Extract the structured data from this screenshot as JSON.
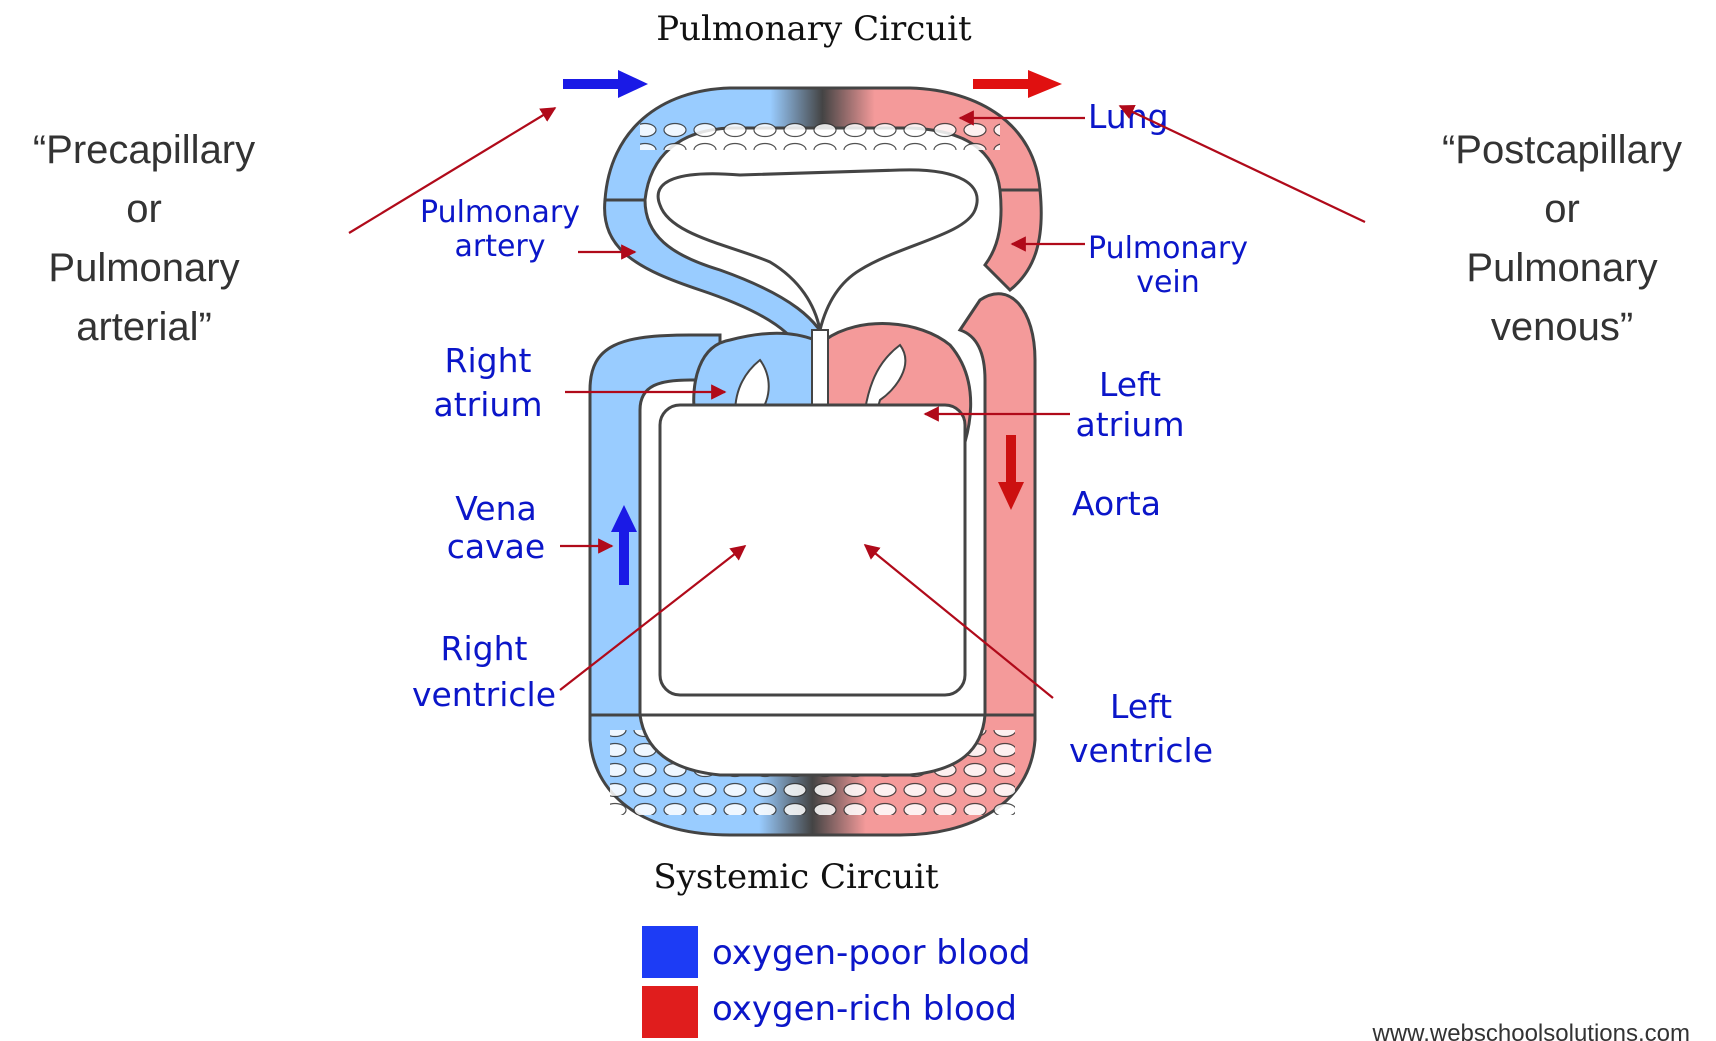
{
  "colors": {
    "oxygen_poor": "#99ccff",
    "oxygen_poor_legend": "#1d3cf5",
    "oxygen_rich": "#f49a9a",
    "oxygen_rich_legend": "#e01d1d",
    "arrow_blue": "#1a1ae6",
    "arrow_red": "#e01010",
    "pointer": "#b00a1a",
    "label_blue": "#0b16c9"
  },
  "titles": {
    "pulmonary": "Pulmonary Circuit",
    "systemic": "Systemic Circuit"
  },
  "labels": {
    "lung": "Lung",
    "pulmonary_artery": [
      "Pulmonary",
      "artery"
    ],
    "pulmonary_vein": [
      "Pulmonary",
      "vein"
    ],
    "right_atrium": [
      "Right",
      "atrium"
    ],
    "left_atrium": [
      "Left",
      "atrium"
    ],
    "vena_cavae": [
      "Vena",
      "cavae"
    ],
    "aorta": "Aorta",
    "right_ventricle": [
      "Right",
      "ventricle"
    ],
    "left_ventricle": [
      "Left",
      "ventricle"
    ]
  },
  "side_notes": {
    "precapillary": [
      "“Precapillary",
      "or",
      "Pulmonary",
      "arterial”"
    ],
    "postcapillary": [
      "“Postcapillary",
      "or",
      "Pulmonary",
      "venous”"
    ]
  },
  "legend": {
    "oxygen_poor": "oxygen-poor blood",
    "oxygen_rich": "oxygen-rich blood"
  },
  "credit": "www.webschoolsolutions.com"
}
